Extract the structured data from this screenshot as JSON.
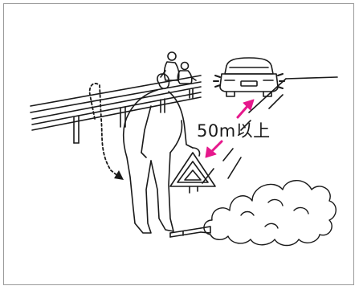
{
  "illustration": {
    "distance_text": "50m以上",
    "colors": {
      "line": "#1a1a1a",
      "accent_arrow": "#e6188c",
      "frame_border": "#9a9a9a",
      "background": "#ffffff"
    },
    "icons": [
      "guardrail",
      "waiting-passengers",
      "stopped-car",
      "hazard-flash",
      "driver-person",
      "warning-triangle",
      "flare",
      "smoke-cloud",
      "walk-path-arrow",
      "distance-arrows"
    ]
  }
}
